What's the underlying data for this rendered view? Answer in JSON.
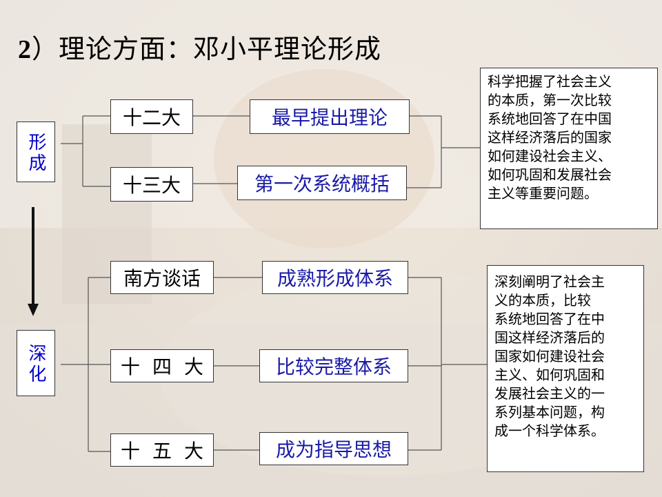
{
  "title": {
    "prefix": "2",
    "text": "）理论方面：邓小平理论形成"
  },
  "stages": {
    "formation": "形成",
    "deepening": "深化"
  },
  "formation": {
    "events": [
      {
        "event": "十二大",
        "result": "最早提出理论"
      },
      {
        "event": "十三大",
        "result": "第一次系统概括"
      }
    ],
    "summary_lines": [
      "科学把握了社会主义",
      "的本质，第一次比较",
      "系统地回答了在中国",
      "这样经济落后的国家",
      "如何建设社会主义、",
      "如何巩固和发展社会",
      "主义等重要问题。"
    ]
  },
  "deepening": {
    "events": [
      {
        "event": "南方谈话",
        "result": "成熟形成体系"
      },
      {
        "event": "十四大",
        "result": "比较完整体系"
      },
      {
        "event": "十五大",
        "result": "成为指导思想"
      }
    ],
    "summary_lines": [
      "深刻阐明了社会主",
      "义的本质，比较",
      "系统地回答了在中",
      "国这样经济落后的",
      "国家如何建设社会",
      "主义、如何巩固和",
      "发展社会主义的一",
      "系列基本问题，构",
      "成一个科学体系。"
    ]
  }
}
